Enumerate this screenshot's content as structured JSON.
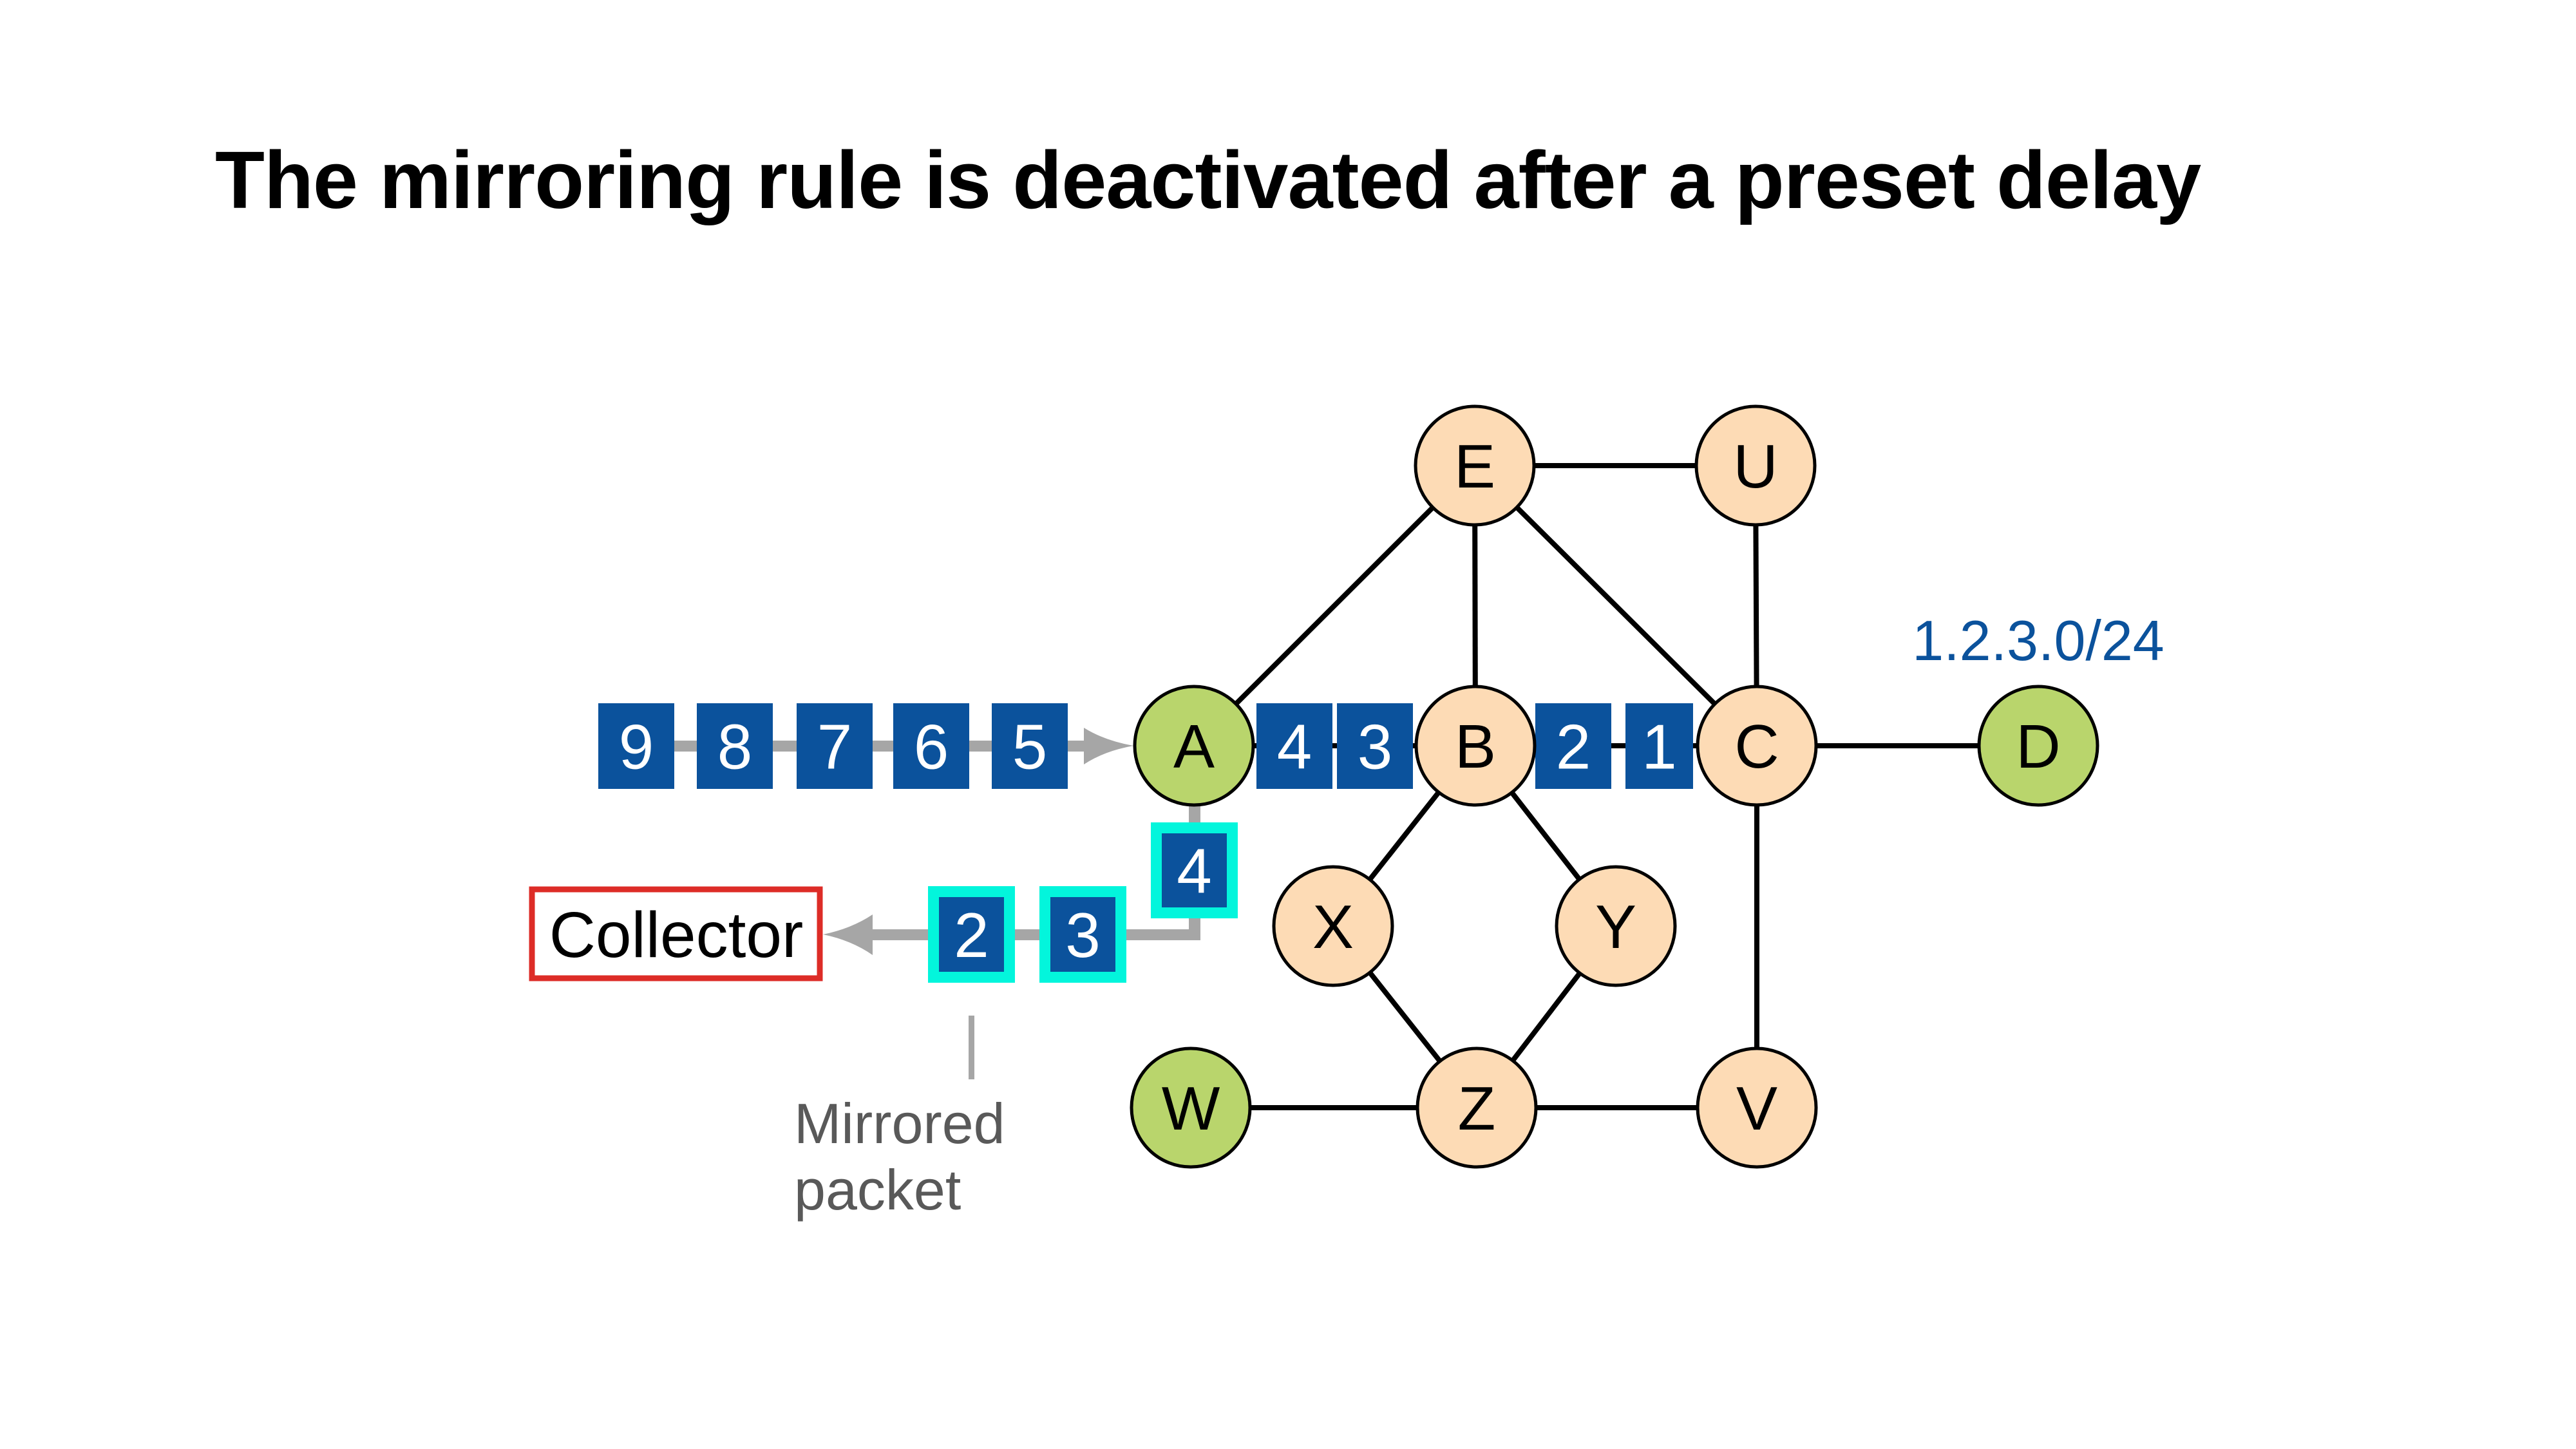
{
  "title": "The mirroring rule is deactivated after a preset delay",
  "colors": {
    "router_fill": "#fddbb5",
    "host_fill": "#b9d56c",
    "node_stroke": "#000000",
    "packet_fill": "#0b529c",
    "packet_text": "#ffffff",
    "mirror_border": "#03f5dc",
    "flow_line": "#a6a6a6",
    "collector_border": "#dd2c27",
    "prefix_text": "#0b529c",
    "note_text": "#595959"
  },
  "nodes": [
    {
      "id": "A",
      "label": "A",
      "kind": "host"
    },
    {
      "id": "B",
      "label": "B",
      "kind": "router"
    },
    {
      "id": "C",
      "label": "C",
      "kind": "router"
    },
    {
      "id": "D",
      "label": "D",
      "kind": "host"
    },
    {
      "id": "E",
      "label": "E",
      "kind": "router"
    },
    {
      "id": "U",
      "label": "U",
      "kind": "router"
    },
    {
      "id": "X",
      "label": "X",
      "kind": "router"
    },
    {
      "id": "Y",
      "label": "Y",
      "kind": "router"
    },
    {
      "id": "Z",
      "label": "Z",
      "kind": "router"
    },
    {
      "id": "W",
      "label": "W",
      "kind": "host"
    },
    {
      "id": "V",
      "label": "V",
      "kind": "router"
    }
  ],
  "edges": [
    [
      "A",
      "E"
    ],
    [
      "E",
      "U"
    ],
    [
      "E",
      "B"
    ],
    [
      "E",
      "C"
    ],
    [
      "U",
      "C"
    ],
    [
      "A",
      "B"
    ],
    [
      "B",
      "C"
    ],
    [
      "C",
      "D"
    ],
    [
      "C",
      "V"
    ],
    [
      "B",
      "X"
    ],
    [
      "B",
      "Y"
    ],
    [
      "X",
      "Z"
    ],
    [
      "Y",
      "Z"
    ],
    [
      "W",
      "Z"
    ],
    [
      "Z",
      "V"
    ]
  ],
  "incoming_packets": [
    "9",
    "8",
    "7",
    "6",
    "5"
  ],
  "in_network_packets": {
    "a_to_b": [
      "4",
      "3"
    ],
    "b_to_c": [
      "2",
      "1"
    ]
  },
  "mirrored_packets": {
    "vertical": [
      "4"
    ],
    "horizontal": [
      "2",
      "3"
    ]
  },
  "collector": {
    "label": "Collector"
  },
  "destination_prefix": {
    "label": "1.2.3.0/24",
    "attached_to": "D"
  },
  "mirrored_note": {
    "line1": "Mirrored",
    "line2": "packet"
  }
}
